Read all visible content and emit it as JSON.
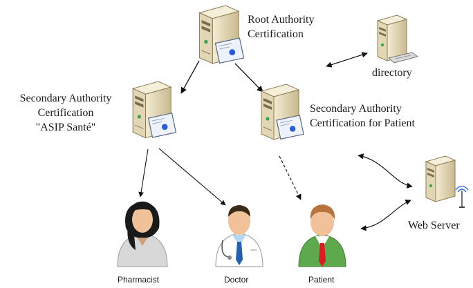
{
  "nodes": {
    "root": {
      "label_lines": [
        "Root Authority",
        "Certification"
      ]
    },
    "secondary_asip": {
      "label_lines": [
        "Secondary Authority",
        "Certification",
        "\"ASIP Santé\""
      ]
    },
    "secondary_patient": {
      "label_lines": [
        "Secondary Authority",
        "Certification for Patient"
      ]
    },
    "directory": {
      "label": "directory"
    },
    "web_server": {
      "label": "Web Server"
    },
    "pharmacist": {
      "label": "Pharmacist"
    },
    "doctor": {
      "label": "Doctor"
    },
    "patient": {
      "label": "Patient"
    }
  },
  "colors": {
    "server_body": "#ece3c6",
    "server_shade": "#bfb08a",
    "server_front": "#e1d6b3",
    "certificate": "#eef3fb",
    "seal": "#2a5bd7",
    "pharmacist_shirt": "#d8d8d8",
    "pharmacist_hair": "#1a1a1a",
    "doctor_coat": "#ffffff",
    "patient_shirt": "#5ea94e",
    "tie": "#d42020",
    "skin": "#f1c29a"
  }
}
